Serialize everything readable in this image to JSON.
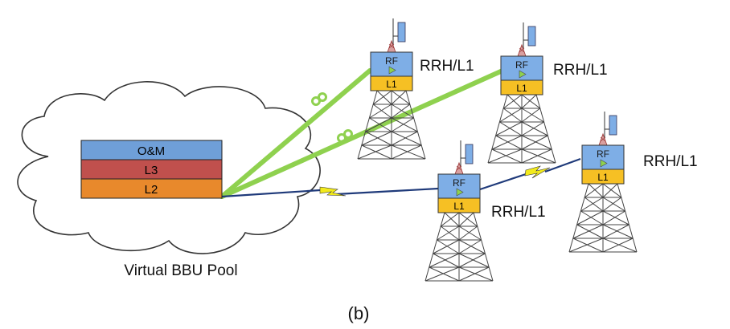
{
  "bbu_pool": {
    "label": "Virtual BBU Pool",
    "layers": [
      {
        "name": "O&M",
        "color": "#6f9fd8"
      },
      {
        "name": "L3",
        "color": "#c0504d"
      },
      {
        "name": "L2",
        "color": "#e8892c"
      }
    ]
  },
  "towers": [
    {
      "rf_label": "RF",
      "l1_label": "L1",
      "caption": "RRH/L1",
      "link": "fiber"
    },
    {
      "rf_label": "RF",
      "l1_label": "L1",
      "caption": "RRH/L1",
      "link": "fiber"
    },
    {
      "rf_label": "RF",
      "l1_label": "L1",
      "caption": "RRH/L1",
      "link": "wireless"
    },
    {
      "rf_label": "RF",
      "l1_label": "L1",
      "caption": "RRH/L1",
      "link": "wireless"
    }
  ],
  "colors": {
    "fiber": "#8fd14f",
    "wireless": "#1f3a7a",
    "bolt": "#f2ea1c",
    "rf_box": "#7eaee6",
    "l1_box": "#f6c024"
  },
  "caption": "(b)"
}
